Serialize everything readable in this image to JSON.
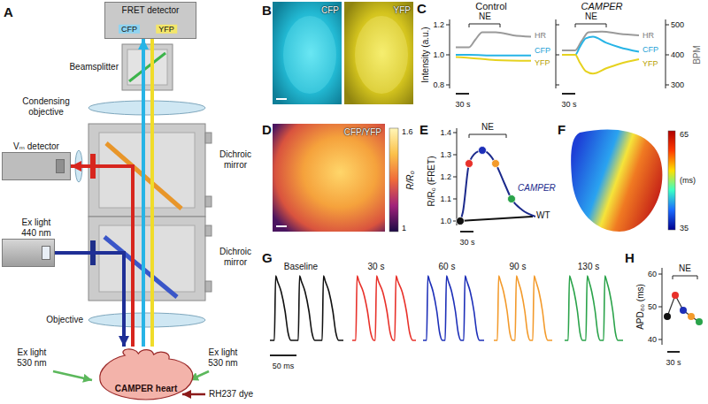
{
  "diagram": {
    "nodes": [
      {
        "text": [
          "FRET detector"
        ]
      },
      {
        "text": [
          "Vₘ detector"
        ]
      },
      {
        "text": [
          "Ex light 440 nm"
        ]
      },
      {
        "text": [
          "CAMPER heart"
        ]
      }
    ],
    "edges": [
      {
        "from": 2,
        "to": 3,
        "arrow": "to"
      },
      {
        "from": 3,
        "to": 1,
        "arrow": "to"
      },
      {
        "from": 3,
        "to": 0,
        "arrow": "to"
      }
    ],
    "labels": [
      "A",
      "Beamsplitter",
      "Condensing objective",
      "Dichroic mirror",
      "Dichroic mirror",
      "Objective",
      "Ex light 530 nm",
      "Ex light 530 nm",
      "RH237 dye",
      "CFP",
      "YFP",
      "B",
      "CFP",
      "YFP",
      "C",
      "Control",
      "CAMPER",
      "NE",
      "NE",
      "HR",
      "CFP",
      "YFP",
      "HR",
      "CFP",
      "YFP",
      "1.2",
      "1.0",
      "0.8",
      "Intensity (a.u.)",
      "500",
      "400",
      "300",
      "BPM",
      "30 s",
      "30 s",
      "D",
      "CFP/YFP",
      "1.6",
      "R/R₀",
      "1",
      "E",
      "1.4",
      "1.3",
      "1.2",
      "1.1",
      "1.0",
      "R/R₀ (FRET)",
      "NE",
      "CAMPER",
      "WT",
      "30 s",
      "F",
      "65",
      "(ms)",
      "35",
      "G",
      "Baseline",
      "30 s",
      "60 s",
      "90 s",
      "130 s",
      "50 ms",
      "H",
      "60",
      "50",
      "40",
      "APD₈₀ (ms)",
      "NE",
      "30 s"
    ]
  }
}
